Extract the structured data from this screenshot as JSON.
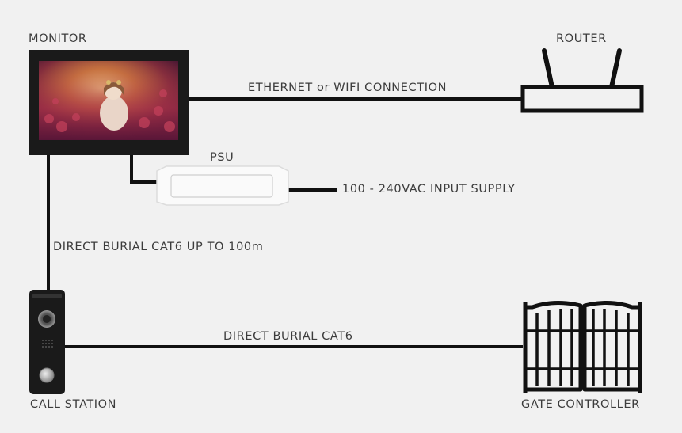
{
  "labels": {
    "monitor": "MONITOR",
    "router": "ROUTER",
    "psu": "PSU",
    "call_station": "CALL STATION",
    "gate_controller": "GATE CONTROLLER"
  },
  "connections": {
    "network": "ETHERNET or WIFI CONNECTION",
    "power": "100 - 240VAC INPUT SUPPLY",
    "monitor_to_call_station": "DIRECT BURIAL CAT6 UP TO 100m",
    "call_station_to_gate": "DIRECT BURIAL CAT6"
  },
  "colors": {
    "background": "#f1f1f1",
    "line": "#111111",
    "device_body": "#1a1a1a",
    "psu_body": "#fafafa"
  }
}
